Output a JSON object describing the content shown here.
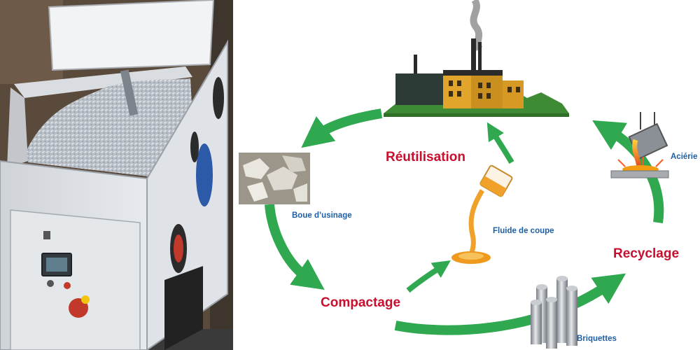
{
  "stages": {
    "reutilisation": "Réutilisation",
    "recyclage": "Recyclage",
    "compactage": "Compactage"
  },
  "items": {
    "boue": "Boue d’usinage",
    "fluide": "Fluide de coupe",
    "acierie": "Aciérie",
    "briquettes": "Briquettes"
  },
  "colors": {
    "arrow": "#2fa84f",
    "stage_text": "#c8102e",
    "item_text": "#1d5fa3"
  }
}
